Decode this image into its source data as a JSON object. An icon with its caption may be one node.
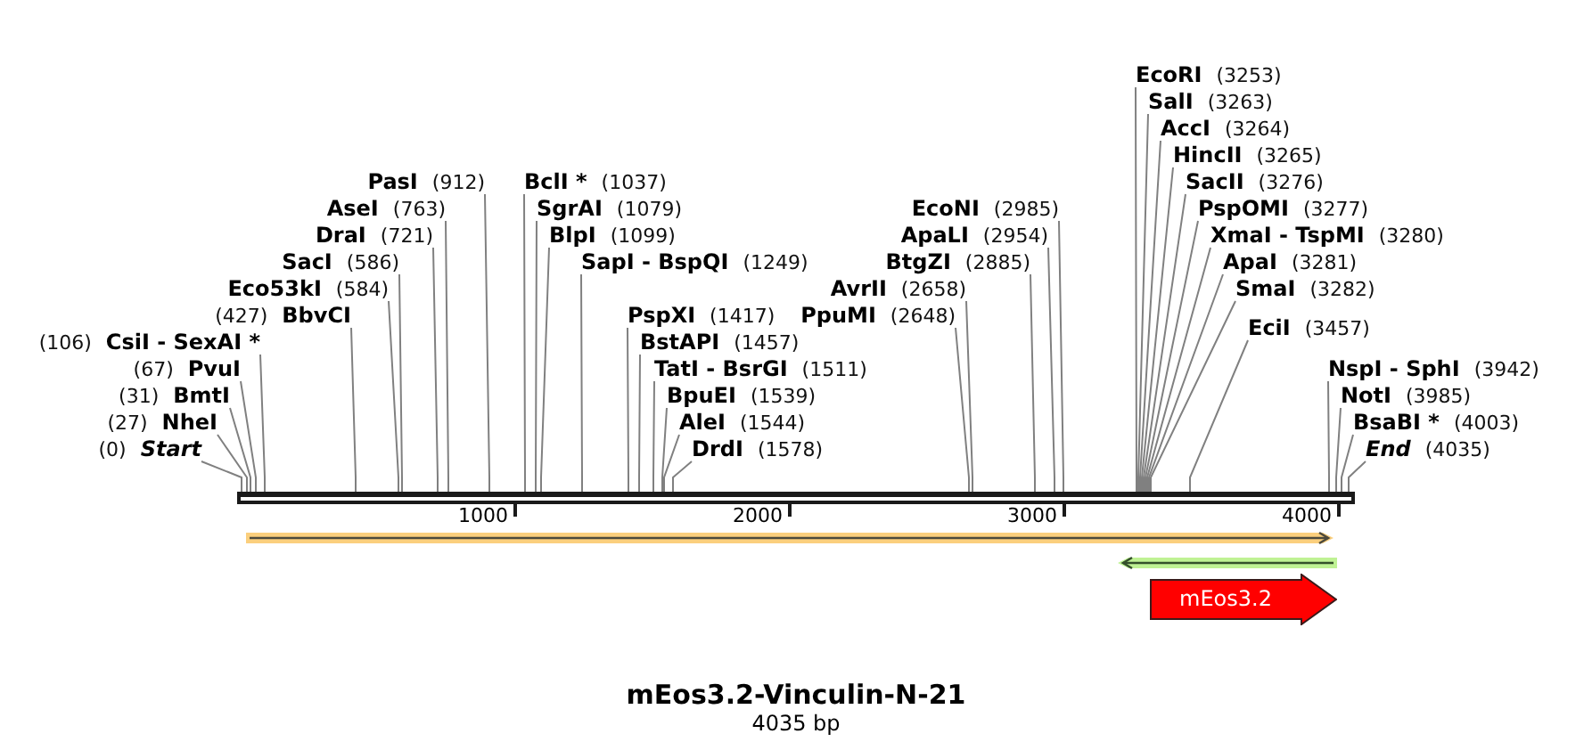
{
  "diagram": {
    "title": "mEos3.2-Vinculin-N-21",
    "caption": "4035 bp",
    "nodes": [
      {
        "text": [
          "(0)",
          "Start"
        ]
      },
      {
        "text": [
          "(27)",
          "NheI"
        ]
      },
      {
        "text": [
          "(31)",
          "BmtI"
        ]
      },
      {
        "text": [
          "(67)",
          "PvuI"
        ]
      },
      {
        "text": [
          "(106)",
          "CsiI - SexAI *"
        ]
      },
      {
        "text": [
          "(427)",
          "BbvCI"
        ]
      },
      {
        "text": [
          "Eco53kI",
          "(584)"
        ]
      },
      {
        "text": [
          "SacI",
          "(586)"
        ]
      },
      {
        "text": [
          "DraI",
          "(721)"
        ]
      },
      {
        "text": [
          "AseI",
          "(763)"
        ]
      },
      {
        "text": [
          "PasI",
          "(912)"
        ]
      },
      {
        "text": [
          "BclI *",
          "(1037)"
        ]
      },
      {
        "text": [
          "SgrAI",
          "(1079)"
        ]
      },
      {
        "text": [
          "BlpI",
          "(1099)"
        ]
      },
      {
        "text": [
          "SapI - BspQI",
          "(1249)"
        ]
      },
      {
        "text": [
          "PspXI",
          "(1417)"
        ]
      },
      {
        "text": [
          "BstAPI",
          "(1457)"
        ]
      },
      {
        "text": [
          "TatI - BsrGI",
          "(1511)"
        ]
      },
      {
        "text": [
          "BpuEI",
          "(1539)"
        ]
      },
      {
        "text": [
          "AleI",
          "(1544)"
        ]
      },
      {
        "text": [
          "DrdI",
          "(1578)"
        ]
      },
      {
        "text": [
          "PpuMI",
          "(2648)"
        ]
      },
      {
        "text": [
          "AvrII",
          "(2658)"
        ]
      },
      {
        "text": [
          "BtgZI",
          "(2885)"
        ]
      },
      {
        "text": [
          "ApaLI",
          "(2954)"
        ]
      },
      {
        "text": [
          "EcoNI",
          "(2985)"
        ]
      },
      {
        "text": [
          "EcoRI",
          "(3253)"
        ]
      },
      {
        "text": [
          "SalI",
          "(3263)"
        ]
      },
      {
        "text": [
          "AccI",
          "(3264)"
        ]
      },
      {
        "text": [
          "HincII",
          "(3265)"
        ]
      },
      {
        "text": [
          "SacII",
          "(3276)"
        ]
      },
      {
        "text": [
          "PspOMI",
          "(3277)"
        ]
      },
      {
        "text": [
          "XmaI - TspMI",
          "(3280)"
        ]
      },
      {
        "text": [
          "ApaI",
          "(3281)"
        ]
      },
      {
        "text": [
          "SmaI",
          "(3282)"
        ]
      },
      {
        "text": [
          "EciI",
          "(3457)"
        ]
      },
      {
        "text": [
          "NspI - SphI",
          "(3942)"
        ]
      },
      {
        "text": [
          "NotI",
          "(3985)"
        ]
      },
      {
        "text": [
          "BsaBI *",
          "(4003)"
        ]
      },
      {
        "text": [
          "End",
          "(4035)"
        ]
      },
      {
        "text": [],
        "shape": "bar"
      },
      {
        "text": [],
        "shape": "arrow"
      },
      {
        "text": [],
        "shape": "arrow"
      },
      {
        "text": [
          "mEos3.2"
        ]
      }
    ],
    "edges": [
      {
        "from": 0,
        "to": 40,
        "arrow": "none"
      },
      {
        "from": 1,
        "to": 40,
        "arrow": "none"
      },
      {
        "from": 2,
        "to": 40,
        "arrow": "none"
      },
      {
        "from": 3,
        "to": 40,
        "arrow": "none"
      },
      {
        "from": 4,
        "to": 40,
        "arrow": "none"
      },
      {
        "from": 5,
        "to": 40,
        "arrow": "none"
      },
      {
        "from": 6,
        "to": 40,
        "arrow": "none"
      },
      {
        "from": 7,
        "to": 40,
        "arrow": "none"
      },
      {
        "from": 8,
        "to": 40,
        "arrow": "none"
      },
      {
        "from": 9,
        "to": 40,
        "arrow": "none"
      },
      {
        "from": 10,
        "to": 40,
        "arrow": "none"
      },
      {
        "from": 11,
        "to": 40,
        "arrow": "none"
      },
      {
        "from": 12,
        "to": 40,
        "arrow": "none"
      },
      {
        "from": 13,
        "to": 40,
        "arrow": "none"
      },
      {
        "from": 14,
        "to": 40,
        "arrow": "none"
      },
      {
        "from": 15,
        "to": 40,
        "arrow": "none"
      },
      {
        "from": 16,
        "to": 40,
        "arrow": "none"
      },
      {
        "from": 17,
        "to": 40,
        "arrow": "none"
      },
      {
        "from": 18,
        "to": 40,
        "arrow": "none"
      },
      {
        "from": 19,
        "to": 40,
        "arrow": "none"
      },
      {
        "from": 20,
        "to": 40,
        "arrow": "none"
      },
      {
        "from": 21,
        "to": 40,
        "arrow": "none"
      },
      {
        "from": 22,
        "to": 40,
        "arrow": "none"
      },
      {
        "from": 23,
        "to": 40,
        "arrow": "none"
      },
      {
        "from": 24,
        "to": 40,
        "arrow": "none"
      },
      {
        "from": 25,
        "to": 40,
        "arrow": "none"
      },
      {
        "from": 26,
        "to": 40,
        "arrow": "none"
      },
      {
        "from": 27,
        "to": 40,
        "arrow": "none"
      },
      {
        "from": 28,
        "to": 40,
        "arrow": "none"
      },
      {
        "from": 29,
        "to": 40,
        "arrow": "none"
      },
      {
        "from": 30,
        "to": 40,
        "arrow": "none"
      },
      {
        "from": 31,
        "to": 40,
        "arrow": "none"
      },
      {
        "from": 32,
        "to": 40,
        "arrow": "none"
      },
      {
        "from": 33,
        "to": 40,
        "arrow": "none"
      },
      {
        "from": 34,
        "to": 40,
        "arrow": "none"
      },
      {
        "from": 35,
        "to": 40,
        "arrow": "none"
      },
      {
        "from": 36,
        "to": 40,
        "arrow": "none"
      },
      {
        "from": 37,
        "to": 40,
        "arrow": "none"
      },
      {
        "from": 38,
        "to": 40,
        "arrow": "none"
      },
      {
        "from": 39,
        "to": 40,
        "arrow": "none"
      }
    ],
    "labels": [
      "1000",
      "2000",
      "3000",
      "4000"
    ]
  }
}
